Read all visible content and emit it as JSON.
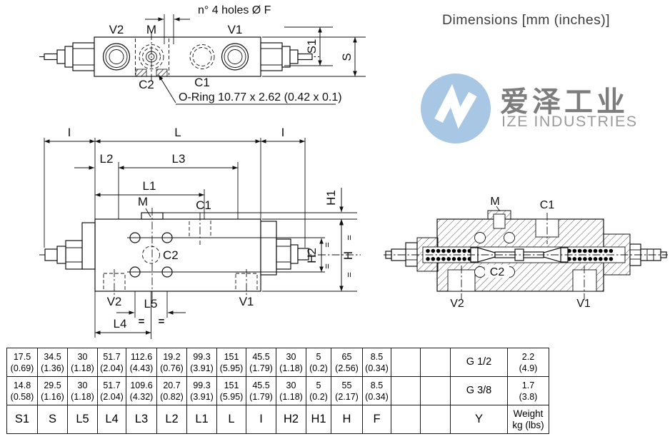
{
  "header": {
    "title": "Dimensions [mm (inches)]"
  },
  "logo": {
    "cn": "爱泽工业",
    "en": "IZE INDUSTRIES",
    "circle_color": "#a8c7e4",
    "mark": "pinwheel"
  },
  "drawings": {
    "top_view": {
      "v2": "V2",
      "m": "M",
      "v1": "V1",
      "c2": "C2",
      "c1": "C1",
      "holes_note": "n° 4 holes Ø F",
      "oring_note": "O-Ring 10.77 x 2.62 (0.42 x 0.1)",
      "s1": "S1",
      "s": "S"
    },
    "plan_view": {
      "i": "I",
      "l": "L",
      "l1": "L1",
      "l2": "L2",
      "l3": "L3",
      "l4": "L4",
      "l5": "L5",
      "m": "M",
      "c1": "C1",
      "c2": "C2",
      "v1": "V1",
      "v2": "V2",
      "h": "H",
      "h1": "H1",
      "h2": "H2",
      "eq": "="
    },
    "section_view": {
      "m": "M",
      "c1": "C1",
      "c2": "C2",
      "v1": "V1",
      "v2": "V2"
    }
  },
  "table": {
    "headers": [
      "S1",
      "S",
      "L5",
      "L4",
      "L3",
      "L2",
      "L1",
      "L",
      "I",
      "H2",
      "H1",
      "H",
      "F",
      "",
      "",
      "Y",
      "Weight\nkg (lbs)"
    ],
    "rows": [
      [
        "17.5\n(0.69)",
        "34.5\n(1.36)",
        "30\n(1.18)",
        "51.7\n(2.04)",
        "112.6\n(4.43)",
        "19.2\n(0.76)",
        "99.3\n(3.91)",
        "151\n(5.95)",
        "45.5\n(1.79)",
        "30\n(1.18)",
        "5\n(0.2)",
        "65\n(2.56)",
        "8.5\n(0.34)",
        "",
        "",
        "G 1/2",
        "2.2\n(4.9)"
      ],
      [
        "14.8\n(0.58)",
        "29.5\n(1.16)",
        "30\n(1.18)",
        "51.7\n(2.04)",
        "109.6\n(4.32)",
        "20.7\n(0.82)",
        "99.3\n(3.91)",
        "151\n(5.95)",
        "45.5\n(1.79)",
        "30\n(1.18)",
        "5\n(0.2)",
        "55\n(2.17)",
        "8.5\n(0.34)",
        "",
        "",
        "G 3/8",
        "1.7\n(3.8)"
      ]
    ]
  },
  "colors": {
    "line": "#1a1a1a",
    "logo_blue": "#a8c7e4",
    "logo_text": "#7d7d7d",
    "logo_subtext": "#9b9b9b"
  }
}
